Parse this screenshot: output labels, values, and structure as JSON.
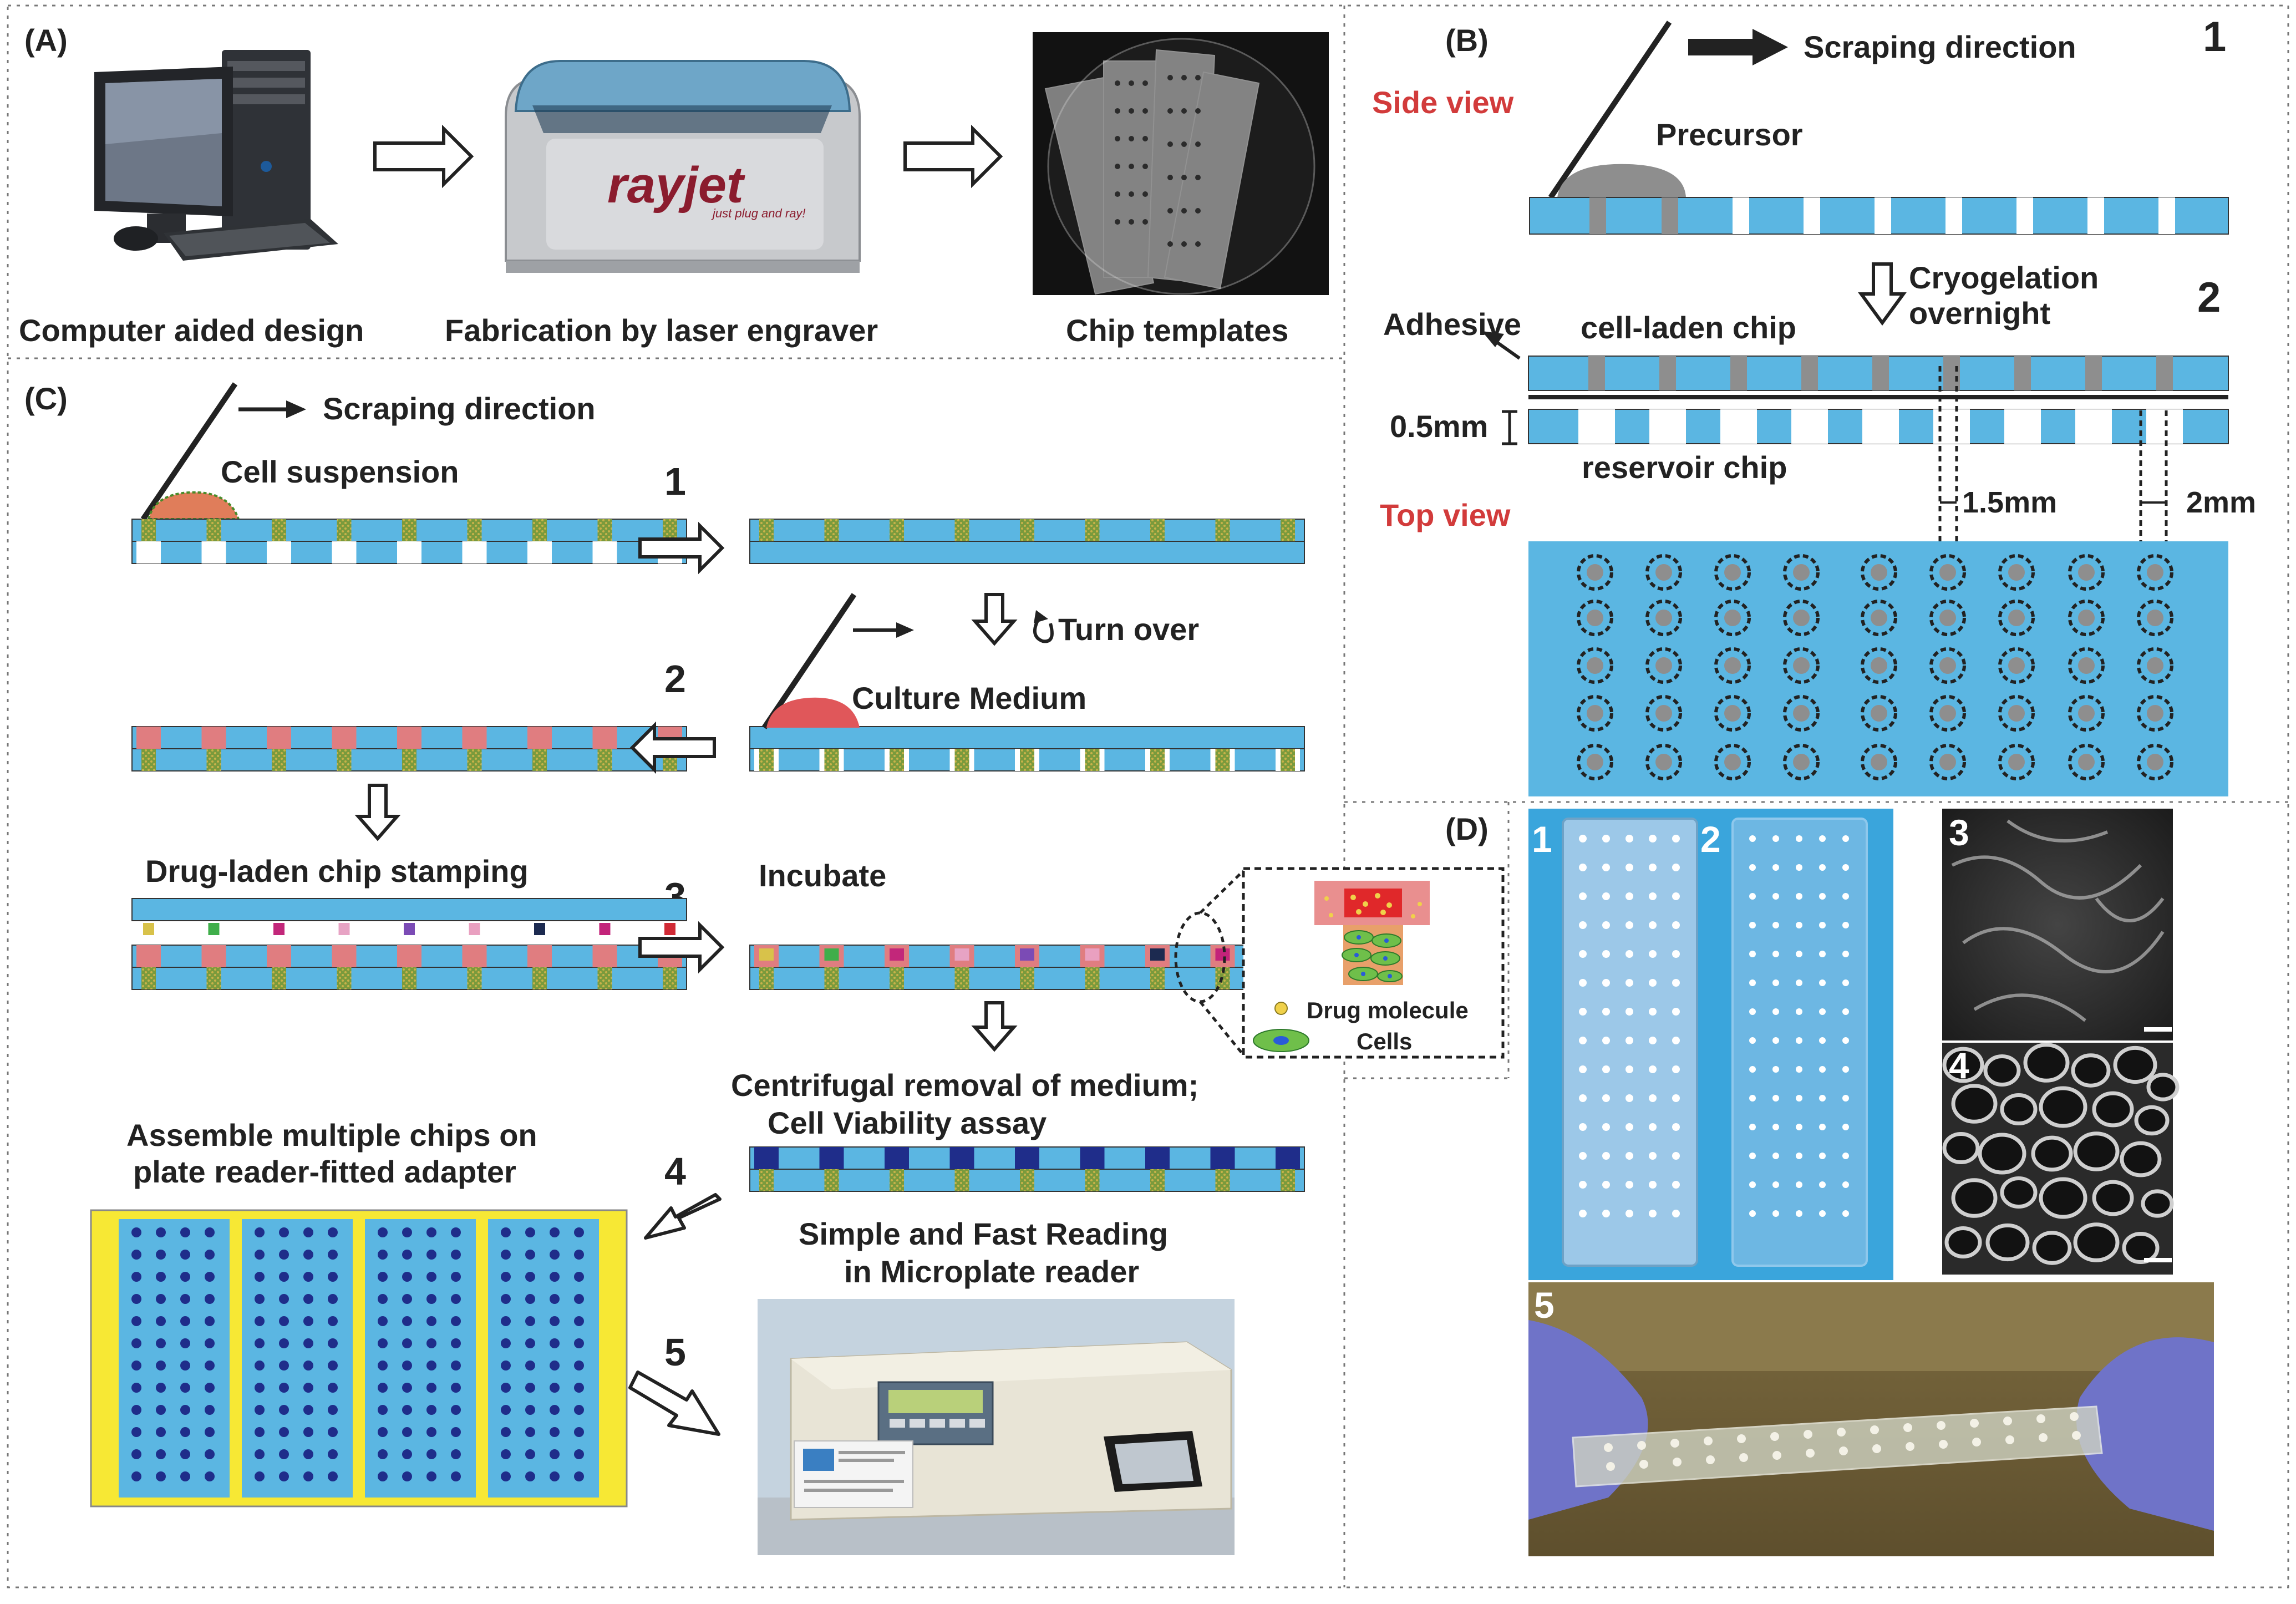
{
  "colors": {
    "chip_blue": "#5bb6e2",
    "cell_pattern_green": "#7a9a3c",
    "pore_gray": "#8e8e8e",
    "culture_pink": "#e07d80",
    "side_view_red": "#d23b3b",
    "adapter_yellow": "#f7e834",
    "well_navy": "#1f2d8a"
  },
  "panel_a": {
    "label": "(A)",
    "captions": [
      "Computer aided design",
      "Fabrication by laser engraver",
      "Chip templates"
    ],
    "rayjet_logo": "rayjet",
    "rayjet_tagline": "just plug and ray!"
  },
  "panel_b": {
    "label": "(B)",
    "step1_num": "1",
    "step2_num": "2",
    "scraping_direction": "Scraping direction",
    "side_view": "Side view",
    "precursor": "Precursor",
    "cryogelation": "Cryogelation",
    "overnight": "overnight",
    "adhesive": "Adhesive",
    "cell_laden_chip": "cell-laden chip",
    "gap": "0.5mm",
    "reservoir_chip": "reservoir  chip",
    "top_view": "Top view",
    "dim_hole": "1.5mm",
    "dim_pitch": "2mm"
  },
  "panel_c": {
    "label": "(C)",
    "scraping_direction": "Scraping direction",
    "cell_suspension": "Cell suspension",
    "step1": "1",
    "step2": "2",
    "step3": "3",
    "step4": "4",
    "step5": "5",
    "turn_over": "Turn over",
    "culture_medium": "Culture Medium",
    "drug_stamping": "Drug-laden chip stamping",
    "incubate": "Incubate",
    "drug_molecule": "Drug molecule",
    "cells": "Cells",
    "centrifugal_1": "Centrifugal removal of medium;",
    "centrifugal_2": "Cell Viability  assay",
    "assemble_1": "Assemble multiple chips on",
    "assemble_2": "plate reader-fitted adapter",
    "reading_1": "Simple and Fast Reading",
    "reading_2": "in Microplate reader"
  },
  "panel_d": {
    "label": "(D)",
    "photo_nums": [
      "1",
      "2",
      "3",
      "4",
      "5"
    ]
  }
}
